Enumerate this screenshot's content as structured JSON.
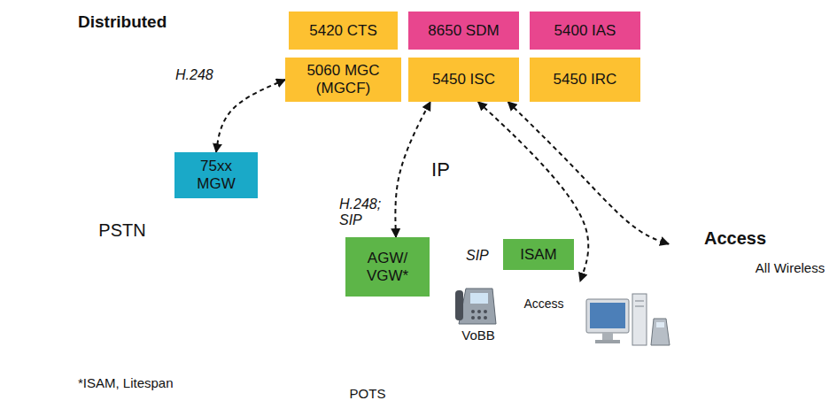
{
  "diagram": {
    "title": "Distributed",
    "nodes": [
      {
        "text": [
          "5420 CTS"
        ]
      },
      {
        "text": [
          "8650 SDM"
        ]
      },
      {
        "text": [
          "5400 IAS"
        ]
      },
      {
        "text": [
          "5060 MGC (MGCF)"
        ]
      },
      {
        "text": [
          "5450 ISC"
        ]
      },
      {
        "text": [
          "5450 IRC"
        ]
      },
      {
        "text": [
          "75xx MGW"
        ]
      },
      {
        "text": [
          "PSTN"
        ]
      },
      {
        "text": [
          "IP"
        ]
      },
      {
        "text": [
          "AGW/ VGW*"
        ]
      },
      {
        "text": [
          "ISAM"
        ]
      },
      {
        "text": [
          "Access"
        ]
      },
      {
        "text": [
          "Access"
        ]
      }
    ],
    "edges": [
      {
        "from": 6,
        "to": 3,
        "arrow": "both",
        "label": "H.248"
      },
      {
        "from": 9,
        "to": 4,
        "arrow": "both",
        "label": "H.248; SIP"
      },
      {
        "from": 4,
        "to": 12,
        "arrow": "both",
        "label": "SIP"
      },
      {
        "from": 4,
        "to": 11,
        "arrow": "both"
      }
    ],
    "labels": [
      "All Wireless",
      "POTS",
      "VoBB",
      "*ISAM, Litespan"
    ]
  }
}
